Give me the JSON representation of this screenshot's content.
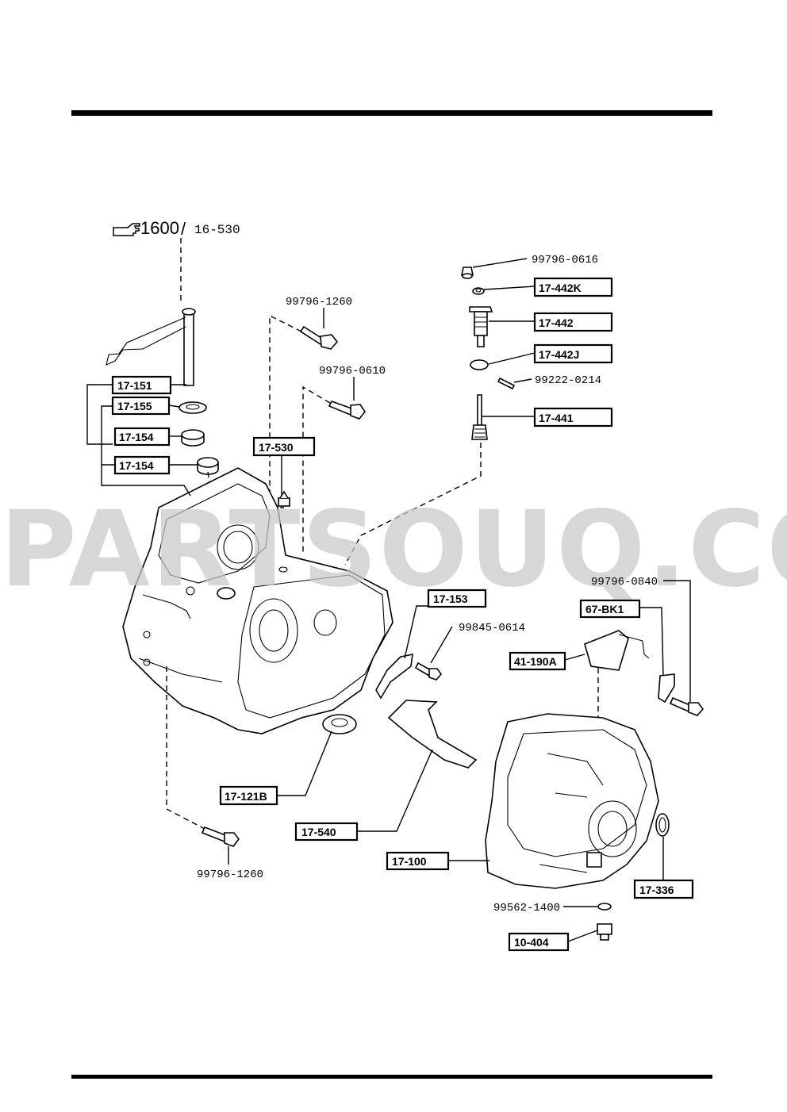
{
  "watermark": "PARTSOUQ.COM",
  "reference": {
    "main": "1600",
    "sub": "16-530"
  },
  "callouts": [
    {
      "id": "c-99796-0616",
      "text": "99796-0616",
      "boxed": false
    },
    {
      "id": "c-17-442k",
      "text": "17-442K",
      "boxed": true
    },
    {
      "id": "c-17-442",
      "text": "17-442",
      "boxed": true
    },
    {
      "id": "c-17-442j",
      "text": "17-442J",
      "boxed": true
    },
    {
      "id": "c-99222-0214",
      "text": "99222-0214",
      "boxed": false
    },
    {
      "id": "c-17-441",
      "text": "17-441",
      "boxed": true
    },
    {
      "id": "c-99796-1260-top",
      "text": "99796-1260",
      "boxed": false
    },
    {
      "id": "c-99796-0610",
      "text": "99796-0610",
      "boxed": false
    },
    {
      "id": "c-17-530",
      "text": "17-530",
      "boxed": true
    },
    {
      "id": "c-17-151",
      "text": "17-151",
      "boxed": true
    },
    {
      "id": "c-17-155",
      "text": "17-155",
      "boxed": true
    },
    {
      "id": "c-17-154a",
      "text": "17-154",
      "boxed": true
    },
    {
      "id": "c-17-154b",
      "text": "17-154",
      "boxed": true
    },
    {
      "id": "c-99796-0840",
      "text": "99796-0840",
      "boxed": false
    },
    {
      "id": "c-67-bk1",
      "text": "67-BK1",
      "boxed": true
    },
    {
      "id": "c-17-153",
      "text": "17-153",
      "boxed": true
    },
    {
      "id": "c-99845-0614",
      "text": "99845-0614",
      "boxed": false
    },
    {
      "id": "c-41-190a",
      "text": "41-190A",
      "boxed": true
    },
    {
      "id": "c-17-121b",
      "text": "17-121B",
      "boxed": true
    },
    {
      "id": "c-17-540",
      "text": "17-540",
      "boxed": true
    },
    {
      "id": "c-17-100",
      "text": "17-100",
      "boxed": true
    },
    {
      "id": "c-17-336",
      "text": "17-336",
      "boxed": true
    },
    {
      "id": "c-99562-1400",
      "text": "99562-1400",
      "boxed": false
    },
    {
      "id": "c-10-404",
      "text": "10-404",
      "boxed": true
    },
    {
      "id": "c-99796-1260-bottom",
      "text": "99796-1260",
      "boxed": false
    }
  ]
}
